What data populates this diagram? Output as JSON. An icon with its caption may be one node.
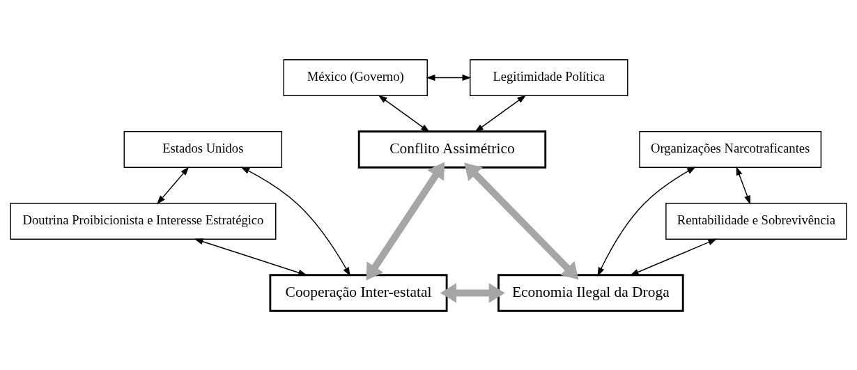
{
  "diagram": {
    "nodes": [
      {
        "text": [
          "México (Governo)"
        ]
      },
      {
        "text": [
          "Legitimidade Política"
        ]
      },
      {
        "text": [
          "Conflito Assimétrico"
        ]
      },
      {
        "text": [
          "Estados Unidos"
        ]
      },
      {
        "text": [
          "Cooperação Inter-estatal"
        ]
      },
      {
        "text": [
          "Economia Ilegal da Droga"
        ]
      },
      {
        "text": [
          "Organizações Narcotraficantes"
        ]
      },
      {
        "text": [
          "Doutrina Proibicionista e Interesse Estratégico"
        ]
      },
      {
        "text": [
          "Rentabilidade e Sobrevivência"
        ]
      }
    ],
    "edges": [
      {
        "from": 0,
        "to": 1,
        "arrow": "both"
      },
      {
        "from": 0,
        "to": 2,
        "arrow": "both"
      },
      {
        "from": 1,
        "to": 2,
        "arrow": "both"
      },
      {
        "from": 2,
        "to": 4,
        "arrow": "both",
        "style": "thick",
        "color": "#a6a6a6"
      },
      {
        "from": 2,
        "to": 5,
        "arrow": "both",
        "style": "thick",
        "color": "#a6a6a6"
      },
      {
        "from": 4,
        "to": 5,
        "arrow": "both",
        "style": "thick",
        "color": "#a6a6a6"
      },
      {
        "from": 3,
        "to": 4,
        "arrow": "both"
      },
      {
        "from": 3,
        "to": 7,
        "arrow": "both"
      },
      {
        "from": 7,
        "to": 4,
        "arrow": "both"
      },
      {
        "from": 6,
        "to": 5,
        "arrow": "both"
      },
      {
        "from": 6,
        "to": 8,
        "arrow": "both"
      },
      {
        "from": 8,
        "to": 5,
        "arrow": "both"
      }
    ]
  }
}
